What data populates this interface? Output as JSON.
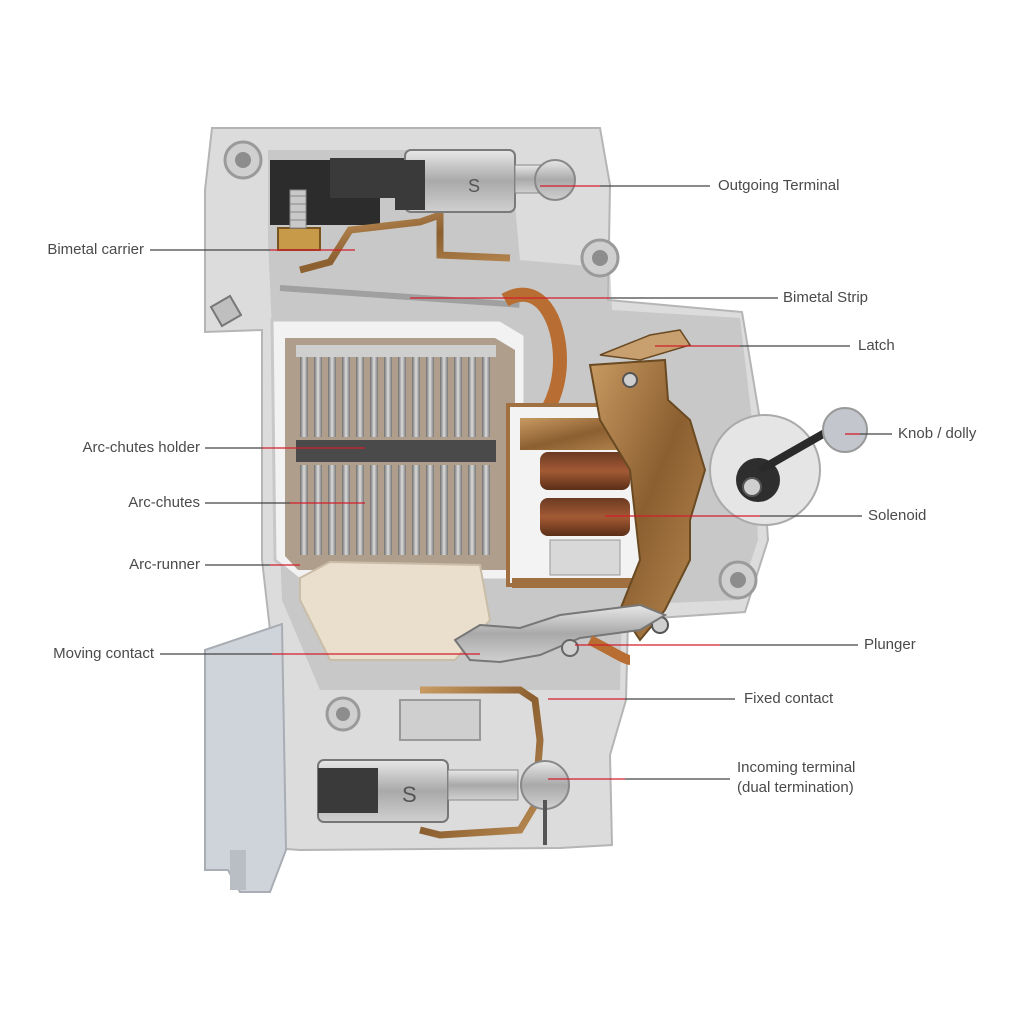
{
  "labels": {
    "outgoing_terminal": "Outgoing Terminal",
    "bimetal_carrier": "Bimetal carrier",
    "bimetal_strip": "Bimetal Strip",
    "latch": "Latch",
    "knob_dolly": "Knob / dolly",
    "arc_chutes_holder": "Arc-chutes holder",
    "solenoid": "Solenoid",
    "arc_chutes": "Arc-chutes",
    "arc_runner": "Arc-runner",
    "plunger": "Plunger",
    "moving_contact": "Moving contact",
    "fixed_contact": "Fixed contact",
    "incoming_terminal_line1": "Incoming terminal",
    "incoming_terminal_line2": "(dual termination)"
  },
  "colors": {
    "leader_dark": "#444444",
    "leader_red": "#d21e2b",
    "housing": "#d9d9d9",
    "copper": "#a87a4a",
    "metal": "#b9b9b9"
  }
}
